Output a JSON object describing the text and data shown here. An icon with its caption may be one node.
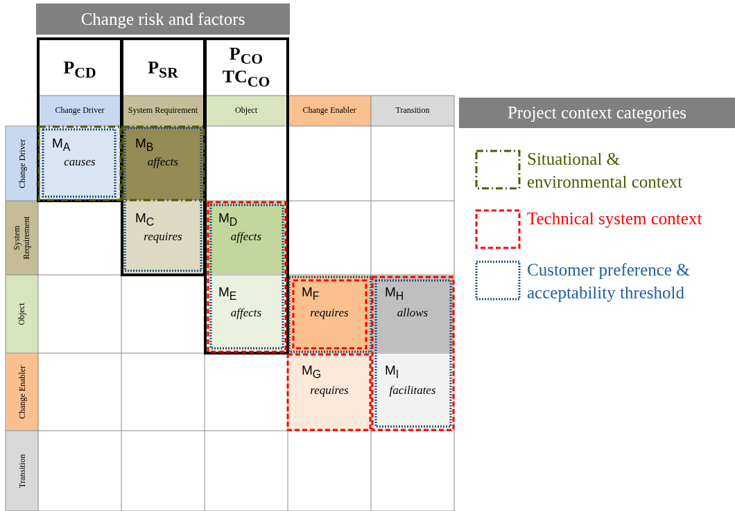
{
  "diagram": {
    "title": "Change risk and factors",
    "labels": [
      "P$_{CD}$",
      "P$_{SR}$",
      "P$_{CO}$ TC$_{CO}$",
      "Change Driver",
      "System Requirement",
      "Object",
      "Change Enabler",
      "Transition",
      "Project context categories",
      "Change Driver",
      "M$_{A}$",
      "causes",
      "M$_{B}$",
      "affects",
      "System Requirement",
      "M$_{C}$",
      "requires",
      "M$_{D}$",
      "affects",
      "Object",
      "M$_{E}$",
      "affects",
      "M$_{F}$",
      "requires",
      "M$_{H}$",
      "allows",
      "Change Enabler",
      "M$_{G}$",
      "requires",
      "M$_{I}$",
      "facilitates",
      "Transition"
    ],
    "legend": [
      {
        "text": "Situational & environmental context"
      },
      {
        "text": "Technical system context"
      },
      {
        "text": "Customer preference & acceptability threshold"
      }
    ]
  }
}
